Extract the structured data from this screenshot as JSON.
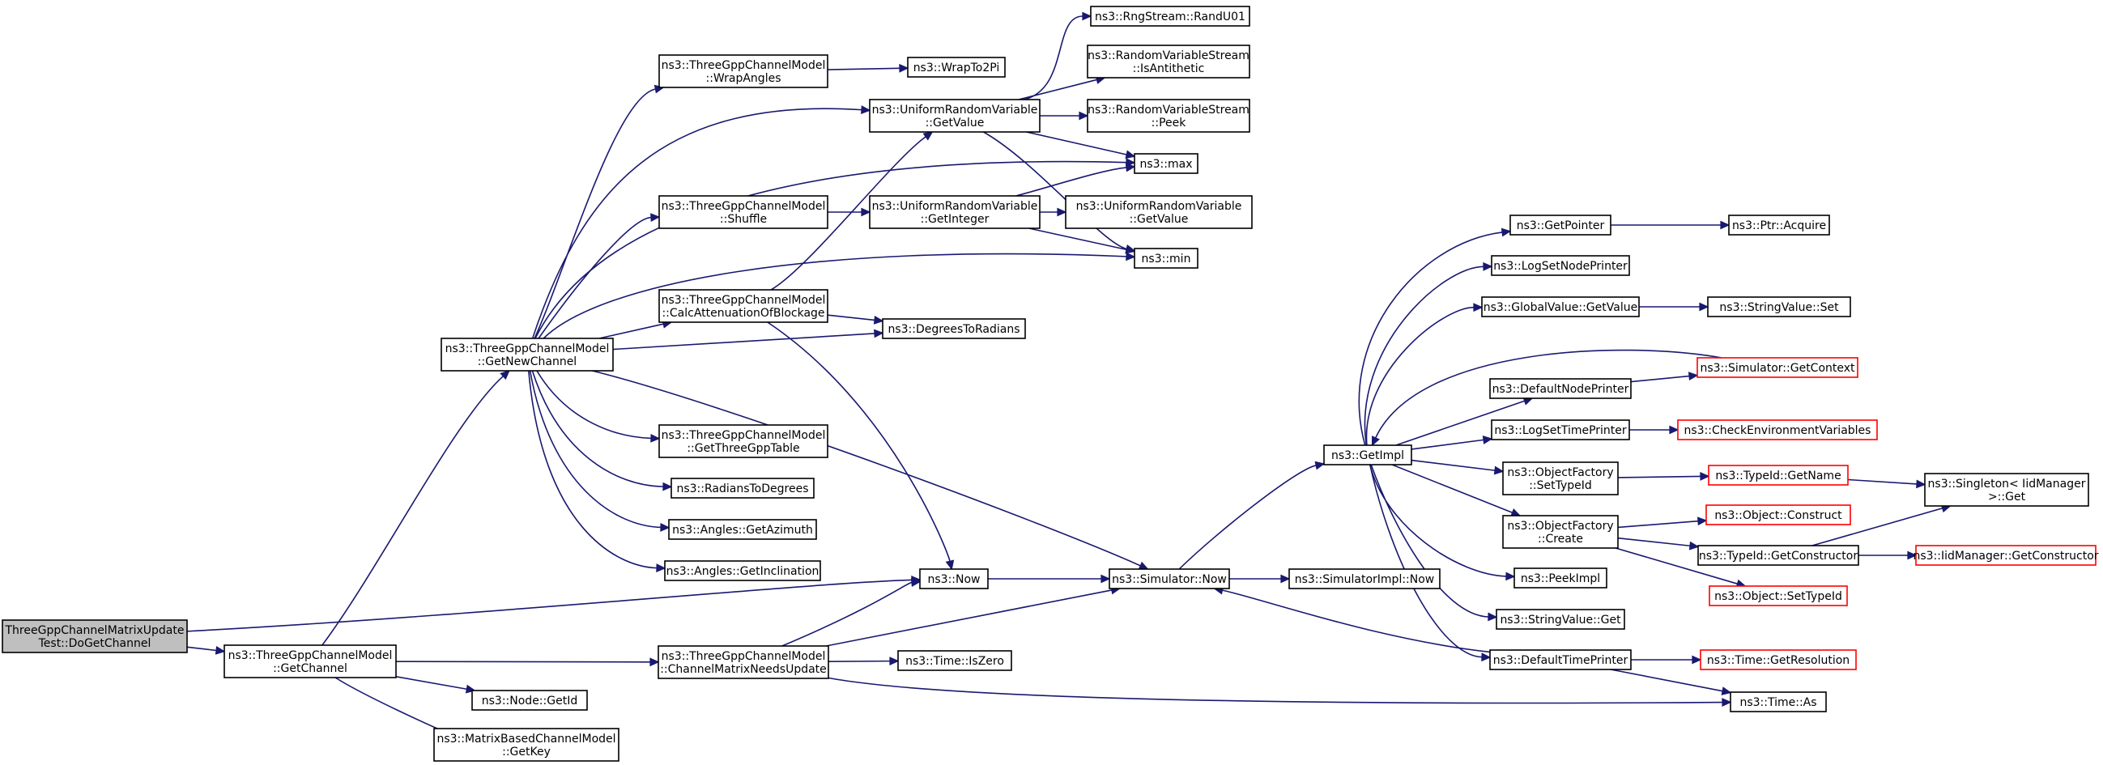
{
  "graph": {
    "title": "ThreeGppChannelMatrixUpdateTest::DoGetChannel call graph",
    "colors": {
      "edge": "#191970",
      "root_fill": "#bfbfbf",
      "node_border": "#000000",
      "truncated_border": "#ff0000"
    },
    "nodes": [
      {
        "id": "root",
        "lines": [
          "ThreeGppChannelMatrixUpdate",
          "Test::DoGetChannel"
        ],
        "kind": "root"
      },
      {
        "id": "getChannel",
        "lines": [
          "ns3::ThreeGppChannelModel",
          "::GetChannel"
        ]
      },
      {
        "id": "getNewChannel",
        "lines": [
          "ns3::ThreeGppChannelModel",
          "::GetNewChannel"
        ]
      },
      {
        "id": "wrapAngles",
        "lines": [
          "ns3::ThreeGppChannelModel",
          "::WrapAngles"
        ]
      },
      {
        "id": "wrapTo2Pi",
        "lines": [
          "ns3::WrapTo2Pi"
        ]
      },
      {
        "id": "urvGetValue",
        "lines": [
          "ns3::UniformRandomVariable",
          "::GetValue"
        ]
      },
      {
        "id": "randU01",
        "lines": [
          "ns3::RngStream::RandU01"
        ]
      },
      {
        "id": "isAntithetic",
        "lines": [
          "ns3::RandomVariableStream",
          "::IsAntithetic"
        ]
      },
      {
        "id": "peekRvs",
        "lines": [
          "ns3::RandomVariableStream",
          "::Peek"
        ]
      },
      {
        "id": "max",
        "lines": [
          "ns3::max"
        ]
      },
      {
        "id": "shuffle",
        "lines": [
          "ns3::ThreeGppChannelModel",
          "::Shuffle"
        ]
      },
      {
        "id": "urvGetInteger",
        "lines": [
          "ns3::UniformRandomVariable",
          "::GetInteger"
        ]
      },
      {
        "id": "urvGetValue2",
        "lines": [
          "ns3::UniformRandomVariable",
          "::GetValue"
        ]
      },
      {
        "id": "min",
        "lines": [
          "ns3::min"
        ]
      },
      {
        "id": "calcAtten",
        "lines": [
          "ns3::ThreeGppChannelModel",
          "::CalcAttenuationOfBlockage"
        ]
      },
      {
        "id": "deg2rad",
        "lines": [
          "ns3::DegreesToRadians"
        ]
      },
      {
        "id": "getThreeGppTable",
        "lines": [
          "ns3::ThreeGppChannelModel",
          "::GetThreeGppTable"
        ]
      },
      {
        "id": "rad2deg",
        "lines": [
          "ns3::RadiansToDegrees"
        ]
      },
      {
        "id": "getAzimuth",
        "lines": [
          "ns3::Angles::GetAzimuth"
        ]
      },
      {
        "id": "getInclination",
        "lines": [
          "ns3::Angles::GetInclination"
        ]
      },
      {
        "id": "now",
        "lines": [
          "ns3::Now"
        ]
      },
      {
        "id": "simNow",
        "lines": [
          "ns3::Simulator::Now"
        ]
      },
      {
        "id": "simImplNow",
        "lines": [
          "ns3::SimulatorImpl::Now"
        ]
      },
      {
        "id": "matrixNeedsUpdate",
        "lines": [
          "ns3::ThreeGppChannelModel",
          "::ChannelMatrixNeedsUpdate"
        ]
      },
      {
        "id": "timeIsZero",
        "lines": [
          "ns3::Time::IsZero"
        ]
      },
      {
        "id": "nodeGetId",
        "lines": [
          "ns3::Node::GetId"
        ]
      },
      {
        "id": "getKey",
        "lines": [
          "ns3::MatrixBasedChannelModel",
          "::GetKey"
        ]
      },
      {
        "id": "getImpl",
        "lines": [
          "ns3::GetImpl"
        ]
      },
      {
        "id": "getPointer",
        "lines": [
          "ns3::GetPointer"
        ]
      },
      {
        "id": "ptrAcquire",
        "lines": [
          "ns3::Ptr::Acquire"
        ]
      },
      {
        "id": "logSetNodePrinter",
        "lines": [
          "ns3::LogSetNodePrinter"
        ]
      },
      {
        "id": "globalValueGetValue",
        "lines": [
          "ns3::GlobalValue::GetValue"
        ]
      },
      {
        "id": "stringValueSet",
        "lines": [
          "ns3::StringValue::Set"
        ]
      },
      {
        "id": "simGetContext",
        "lines": [
          "ns3::Simulator::GetContext"
        ],
        "kind": "trunc"
      },
      {
        "id": "defaultNodePrinter",
        "lines": [
          "ns3::DefaultNodePrinter"
        ]
      },
      {
        "id": "logSetTimePrinter",
        "lines": [
          "ns3::LogSetTimePrinter"
        ]
      },
      {
        "id": "checkEnvVars",
        "lines": [
          "ns3::CheckEnvironmentVariables"
        ],
        "kind": "trunc"
      },
      {
        "id": "objFactorySetTypeId",
        "lines": [
          "ns3::ObjectFactory",
          "::SetTypeId"
        ]
      },
      {
        "id": "typeIdGetName",
        "lines": [
          "ns3::TypeId::GetName"
        ],
        "kind": "trunc"
      },
      {
        "id": "singletonGet",
        "lines": [
          "ns3::Singleton< IidManager",
          " >::Get"
        ]
      },
      {
        "id": "objFactoryCreate",
        "lines": [
          "ns3::ObjectFactory",
          "::Create"
        ]
      },
      {
        "id": "objectConstruct",
        "lines": [
          "ns3::Object::Construct"
        ],
        "kind": "trunc"
      },
      {
        "id": "typeIdGetConstructor",
        "lines": [
          "ns3::TypeId::GetConstructor"
        ]
      },
      {
        "id": "iidGetConstructor",
        "lines": [
          "ns3::IidManager::GetConstructor"
        ],
        "kind": "trunc"
      },
      {
        "id": "objectSetTypeId",
        "lines": [
          "ns3::Object::SetTypeId"
        ],
        "kind": "trunc"
      },
      {
        "id": "peekImpl",
        "lines": [
          "ns3::PeekImpl"
        ]
      },
      {
        "id": "stringValueGet",
        "lines": [
          "ns3::StringValue::Get"
        ]
      },
      {
        "id": "defaultTimePrinter",
        "lines": [
          "ns3::DefaultTimePrinter"
        ]
      },
      {
        "id": "timeGetResolution",
        "lines": [
          "ns3::Time::GetResolution"
        ],
        "kind": "trunc"
      },
      {
        "id": "timeAs",
        "lines": [
          "ns3::Time::As"
        ]
      }
    ],
    "edges": [
      [
        "root",
        "getChannel"
      ],
      [
        "root",
        "now"
      ],
      [
        "getChannel",
        "getNewChannel"
      ],
      [
        "getChannel",
        "matrixNeedsUpdate"
      ],
      [
        "getChannel",
        "nodeGetId"
      ],
      [
        "getChannel",
        "getKey"
      ],
      [
        "getNewChannel",
        "wrapAngles"
      ],
      [
        "getNewChannel",
        "urvGetValue"
      ],
      [
        "getNewChannel",
        "max"
      ],
      [
        "getNewChannel",
        "shuffle"
      ],
      [
        "getNewChannel",
        "min"
      ],
      [
        "getNewChannel",
        "calcAtten"
      ],
      [
        "getNewChannel",
        "deg2rad"
      ],
      [
        "getNewChannel",
        "getThreeGppTable"
      ],
      [
        "getNewChannel",
        "rad2deg"
      ],
      [
        "getNewChannel",
        "getAzimuth"
      ],
      [
        "getNewChannel",
        "getInclination"
      ],
      [
        "getNewChannel",
        "simNow"
      ],
      [
        "wrapAngles",
        "wrapTo2Pi"
      ],
      [
        "urvGetValue",
        "randU01"
      ],
      [
        "urvGetValue",
        "isAntithetic"
      ],
      [
        "urvGetValue",
        "peekRvs"
      ],
      [
        "urvGetValue",
        "max"
      ],
      [
        "urvGetValue",
        "min"
      ],
      [
        "shuffle",
        "urvGetInteger"
      ],
      [
        "urvGetInteger",
        "max"
      ],
      [
        "urvGetInteger",
        "urvGetValue2"
      ],
      [
        "urvGetInteger",
        "min"
      ],
      [
        "calcAtten",
        "urvGetValue"
      ],
      [
        "calcAtten",
        "deg2rad"
      ],
      [
        "calcAtten",
        "now"
      ],
      [
        "now",
        "simNow"
      ],
      [
        "simNow",
        "getImpl"
      ],
      [
        "simNow",
        "simImplNow"
      ],
      [
        "matrixNeedsUpdate",
        "now"
      ],
      [
        "matrixNeedsUpdate",
        "simNow"
      ],
      [
        "matrixNeedsUpdate",
        "timeIsZero"
      ],
      [
        "matrixNeedsUpdate",
        "timeAs"
      ],
      [
        "getImpl",
        "getPointer"
      ],
      [
        "getImpl",
        "logSetNodePrinter"
      ],
      [
        "getImpl",
        "globalValueGetValue"
      ],
      [
        "getImpl",
        "defaultNodePrinter"
      ],
      [
        "getImpl",
        "logSetTimePrinter"
      ],
      [
        "getImpl",
        "objFactorySetTypeId"
      ],
      [
        "getImpl",
        "objFactoryCreate"
      ],
      [
        "getImpl",
        "peekImpl"
      ],
      [
        "getImpl",
        "stringValueGet"
      ],
      [
        "getImpl",
        "defaultTimePrinter"
      ],
      [
        "simGetContext",
        "getImpl"
      ],
      [
        "getPointer",
        "ptrAcquire"
      ],
      [
        "globalValueGetValue",
        "stringValueSet"
      ],
      [
        "defaultNodePrinter",
        "simGetContext"
      ],
      [
        "logSetTimePrinter",
        "checkEnvVars"
      ],
      [
        "objFactorySetTypeId",
        "typeIdGetName"
      ],
      [
        "typeIdGetName",
        "singletonGet"
      ],
      [
        "objFactoryCreate",
        "objectConstruct"
      ],
      [
        "objFactoryCreate",
        "typeIdGetConstructor"
      ],
      [
        "objFactoryCreate",
        "objectSetTypeId"
      ],
      [
        "typeIdGetConstructor",
        "singletonGet"
      ],
      [
        "typeIdGetConstructor",
        "iidGetConstructor"
      ],
      [
        "defaultTimePrinter",
        "simNow"
      ],
      [
        "defaultTimePrinter",
        "timeGetResolution"
      ],
      [
        "defaultTimePrinter",
        "timeAs"
      ]
    ]
  }
}
